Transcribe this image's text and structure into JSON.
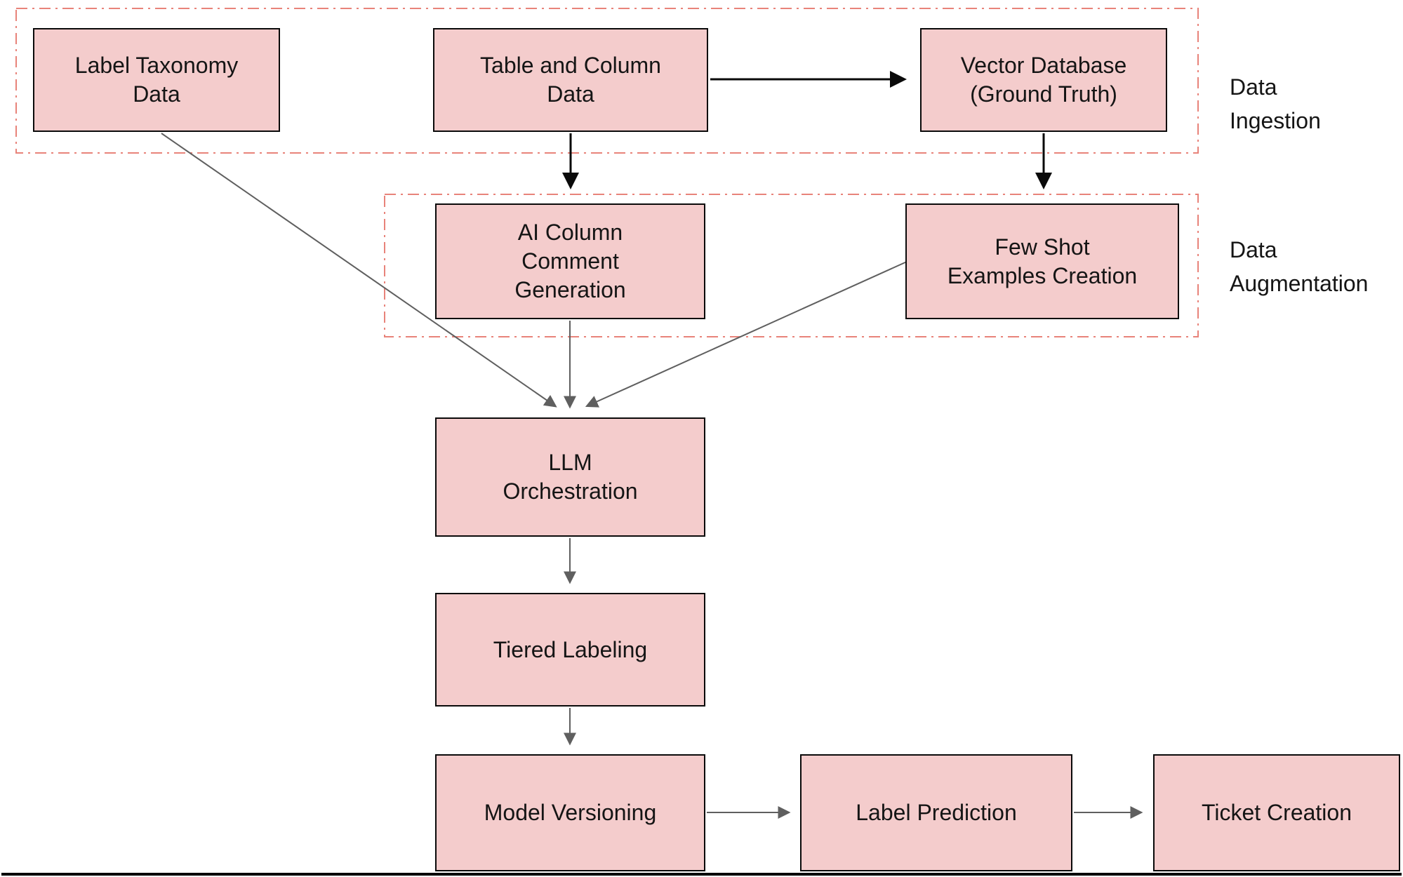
{
  "diagram": {
    "regions": [
      {
        "id": "data-ingestion",
        "label": "Data\nIngestion"
      },
      {
        "id": "data-augmentation",
        "label": "Data\nAugmentation"
      }
    ],
    "nodes": [
      {
        "id": "label-taxonomy-data",
        "label": "Label Taxonomy\nData"
      },
      {
        "id": "table-and-column-data",
        "label": "Table and Column\nData"
      },
      {
        "id": "vector-database-ground-truth",
        "label": "Vector Database\n(Ground Truth)"
      },
      {
        "id": "ai-column-comment-generation",
        "label": "AI Column\nComment\nGeneration"
      },
      {
        "id": "few-shot-examples-creation",
        "label": "Few Shot\nExamples Creation"
      },
      {
        "id": "llm-orchestration",
        "label": "LLM\nOrchestration"
      },
      {
        "id": "tiered-labeling",
        "label": "Tiered Labeling"
      },
      {
        "id": "model-versioning",
        "label": "Model Versioning"
      },
      {
        "id": "label-prediction",
        "label": "Label Prediction"
      },
      {
        "id": "ticket-creation",
        "label": "Ticket Creation"
      }
    ],
    "edges": [
      {
        "from": "table-and-column-data",
        "to": "vector-database-ground-truth",
        "style": "black"
      },
      {
        "from": "table-and-column-data",
        "to": "ai-column-comment-generation",
        "style": "black"
      },
      {
        "from": "vector-database-ground-truth",
        "to": "few-shot-examples-creation",
        "style": "black"
      },
      {
        "from": "label-taxonomy-data",
        "to": "llm-orchestration",
        "style": "gray"
      },
      {
        "from": "ai-column-comment-generation",
        "to": "llm-orchestration",
        "style": "gray"
      },
      {
        "from": "few-shot-examples-creation",
        "to": "llm-orchestration",
        "style": "gray"
      },
      {
        "from": "llm-orchestration",
        "to": "tiered-labeling",
        "style": "gray"
      },
      {
        "from": "tiered-labeling",
        "to": "model-versioning",
        "style": "gray"
      },
      {
        "from": "model-versioning",
        "to": "label-prediction",
        "style": "gray"
      },
      {
        "from": "label-prediction",
        "to": "ticket-creation",
        "style": "gray"
      }
    ],
    "colors": {
      "node_fill": "#f4cccc",
      "node_border": "#0a0a0a",
      "region_outline": "#e8837a",
      "edge_black": "#0a0a0a",
      "edge_gray": "#5f5f5f"
    }
  }
}
